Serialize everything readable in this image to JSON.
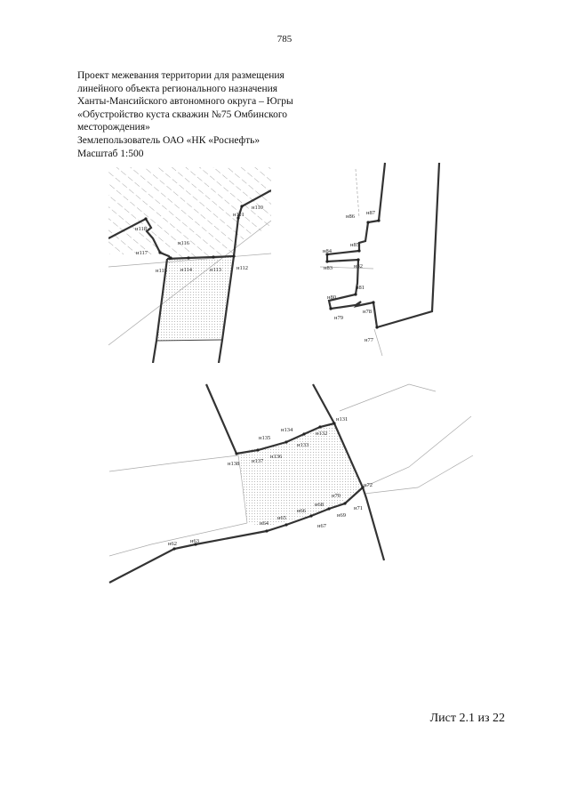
{
  "page_number": "785",
  "header_lines": [
    "Проект межевания территории для размещения",
    "линейного объекта регионального назначения",
    "Ханты-Мансийского автономного округа – Югры",
    "«Обустройство куста скважин №75 Омбинского",
    "месторождения»",
    "Землепользователь ОАО «НК «Роснефть»",
    "Масштаб 1:500"
  ],
  "sheet_label": "Лист 2.1 из 22",
  "point_labels": {
    "n110": "н110",
    "n111": "н111",
    "n112": "н112",
    "n113": "н113",
    "n114": "н114",
    "n115": "н115",
    "n116": "н116",
    "n117": "н117",
    "n118": "н118",
    "n77": "н77",
    "n78": "н78",
    "n79": "н79",
    "n80": "н80",
    "n81": "н81",
    "n82": "н82",
    "n83": "н83",
    "n84": "н84",
    "n85": "н85",
    "n86": "н86",
    "n87": "н87",
    "n131": "н131",
    "n132": "н132",
    "n133": "н133",
    "n134": "н134",
    "n135": "н135",
    "n136": "н136",
    "n137": "н137",
    "n138": "н138",
    "n62": "н62",
    "n63": "н63",
    "n64": "н64",
    "n65": "н65",
    "n66": "н66",
    "n67": "н67",
    "n68": "н68",
    "n69": "н69",
    "n70": "н70",
    "n71": "н71",
    "n72": "н72"
  }
}
